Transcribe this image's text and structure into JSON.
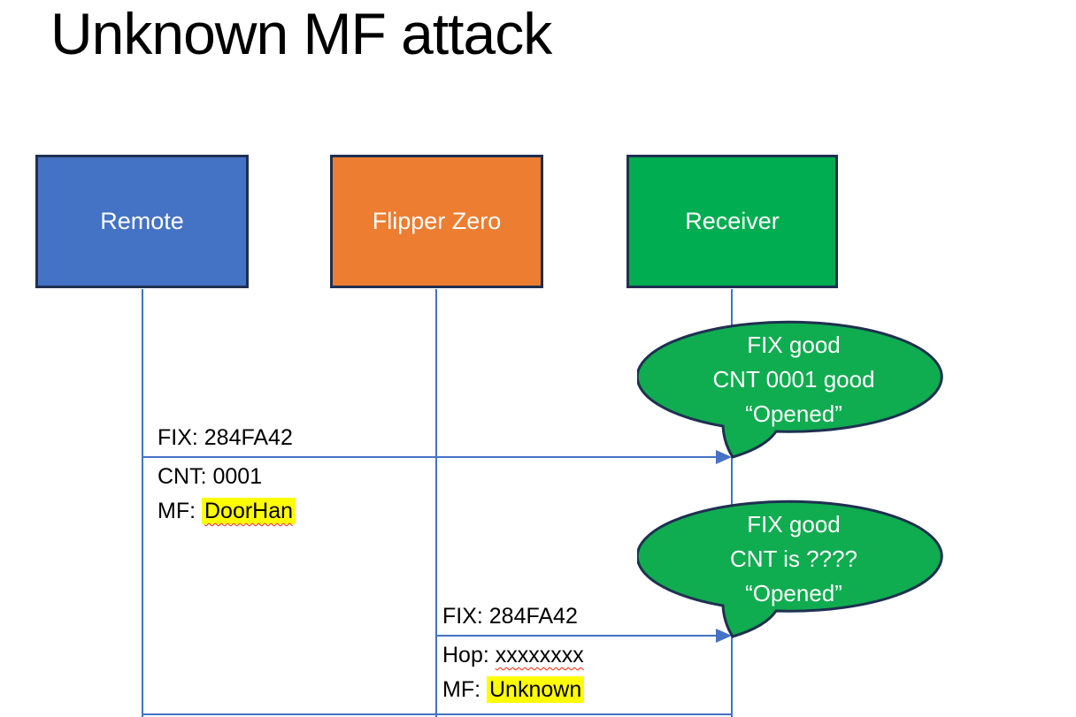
{
  "title": "Unknown MF attack",
  "colors": {
    "remote_fill": "#4472C4",
    "flipper_fill": "#ED7D31",
    "receiver_fill": "#00AD50",
    "bubble_fill": "#10AC50",
    "outline_navy": "#1f3050",
    "line_blue": "#4472C4",
    "highlight_yellow": "#FFFF00",
    "spellcheck_red": "#FF2200"
  },
  "actors": [
    {
      "label": "Remote"
    },
    {
      "label": "Flipper Zero"
    },
    {
      "label": "Receiver"
    }
  ],
  "messages": [
    {
      "from": "Remote",
      "to": "Receiver",
      "above": "FIX: 284FA42",
      "below1": "CNT: 0001",
      "below2_prefix": "MF: ",
      "below2_value": "DoorHan"
    },
    {
      "from": "Flipper Zero",
      "to": "Receiver",
      "above": "FIX: 284FA42",
      "below1_prefix": "Hop: ",
      "below1_value": "xxxxxxxx",
      "below2_prefix": "MF: ",
      "below2_value": "Unknown"
    }
  ],
  "bubbles": [
    {
      "lines": [
        "FIX good",
        "CNT 0001 good",
        "“Opened”"
      ]
    },
    {
      "lines": [
        "FIX good",
        "CNT is ????",
        "“Opened”"
      ]
    }
  ]
}
